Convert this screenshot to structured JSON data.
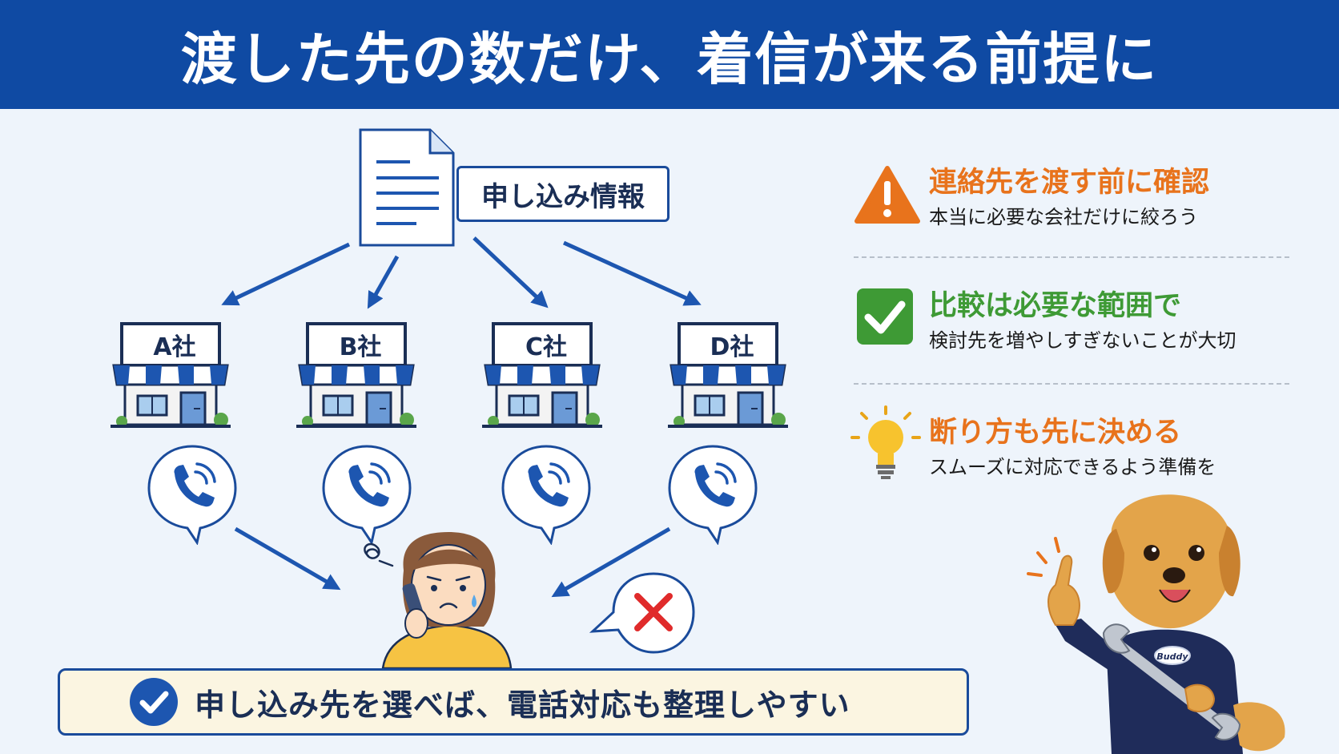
{
  "header": {
    "title": "渡した先の数だけ、着信が来る前提に"
  },
  "diagram": {
    "document_label": "申し込み情報",
    "stores": [
      {
        "label": "A社"
      },
      {
        "label": "B社"
      },
      {
        "label": "C社"
      },
      {
        "label": "D社"
      }
    ]
  },
  "tips": [
    {
      "heading": "連絡先を渡す前に確認",
      "sub": "本当に必要な会社だけに絞ろう",
      "icon": "warning-icon",
      "color": "#e8731c"
    },
    {
      "heading": "比較は必要な範囲で",
      "sub": "検討先を増やしすぎないことが大切",
      "icon": "check-icon",
      "color": "#3e9a35"
    },
    {
      "heading": "断り方も先に決める",
      "sub": "スムーズに対応できるよう準備を",
      "icon": "lightbulb-icon",
      "color": "#e8731c"
    }
  ],
  "bottom_bar": {
    "text": "申し込み先を選べば、電話対応も整理しやすい"
  },
  "mascot": {
    "badge": "Buddy"
  },
  "colors": {
    "primary": "#0f4aa3",
    "arrow": "#1d56b0",
    "orange": "#e8731c",
    "green": "#3e9a35",
    "red": "#e02b2b",
    "cream": "#fbf5e1"
  }
}
